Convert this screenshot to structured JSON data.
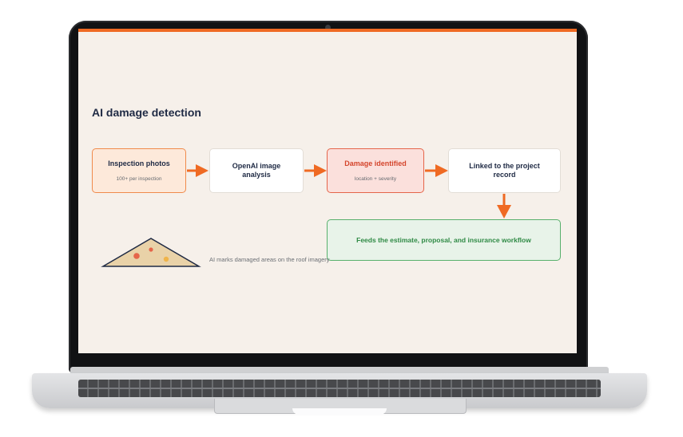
{
  "slide": {
    "title": "AI damage detection",
    "accent_color": "#ef6a23",
    "background": "#f6f0ea"
  },
  "flow": {
    "photos": {
      "label": "Inspection photos",
      "sub": "100+ per inspection"
    },
    "openai": {
      "label": "OpenAI image analysis"
    },
    "damage": {
      "label": "Damage identified",
      "sub": "location + severity"
    },
    "linked": {
      "label": "Linked to the project record"
    },
    "feeds": {
      "label": "Feeds the estimate, proposal, and insurance workflow"
    }
  },
  "roof": {
    "caption": "AI marks damaged areas on the roof imagery",
    "icon": "roof-damage-illustration"
  },
  "colors": {
    "arrow": "#ef6a23",
    "damage": "#e5654a",
    "success": "#58b06c"
  }
}
